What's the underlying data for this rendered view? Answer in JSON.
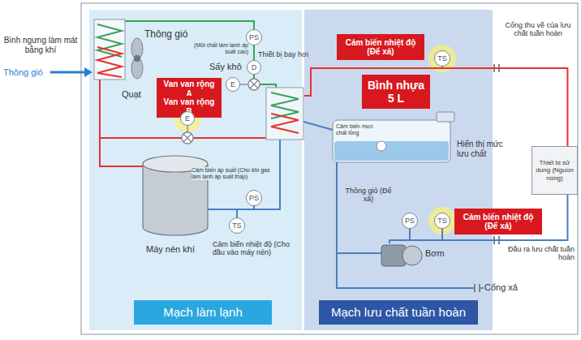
{
  "diagram": {
    "nodes": [
      {
        "text": [
          "Mạch làm lạnh"
        ]
      },
      {
        "text": [
          "Mạch lưu chất tuần hoàn"
        ]
      },
      {
        "text": [
          "Van van rộng A"
        ],
        "in": 0
      },
      {
        "text": [
          "Van van rộng B"
        ],
        "in": 0
      },
      {
        "text": [
          "PS"
        ],
        "in": 0
      },
      {
        "text": [
          "D"
        ],
        "in": 0
      },
      {
        "text": [
          "E"
        ],
        "in": 0
      },
      {
        "text": [
          "E"
        ],
        "in": 0
      },
      {
        "text": [
          "PS"
        ],
        "in": 0
      },
      {
        "text": [
          "TS"
        ],
        "in": 0
      },
      {
        "text": [
          "Máy nén khí"
        ],
        "in": 0
      },
      {
        "text": [
          "Cảm biến nhiệt độ (Để xả)"
        ],
        "in": 1
      },
      {
        "text": [
          "TS"
        ],
        "in": 1
      },
      {
        "text": [
          "Bình nhựa 5 L"
        ],
        "in": 1
      },
      {
        "text": [
          "Cảm biến nhiệt độ (Để xả)"
        ],
        "in": 1
      },
      {
        "text": [
          "PS"
        ],
        "in": 1
      },
      {
        "text": [
          "TS"
        ],
        "in": 1
      },
      {
        "text": [
          "Thiết bị sử dụng (Nguồn nóng)"
        ]
      }
    ],
    "edges": [
      {
        "from": 1,
        "to": 17,
        "arrow": "none"
      },
      {
        "from": 1,
        "to": 17,
        "arrow": "none"
      }
    ],
    "labels": [
      "Bình ngưng làm mát bằng khí",
      "Thông gió",
      "Thông gió",
      "(Môi chất làm lạnh áp suất cao)",
      "Sấy khô",
      "Quạt",
      "Cảm biến áp suất (Cho khí gas làm lạnh áp suất thấp)",
      "Cảm biến nhiệt độ (Cho đầu vào máy nén)",
      "Thiết bị bay hơi",
      "Cảm biến mực chất lỏng",
      "Hiển thị mức lưu chất",
      "Thông gió (Để xả)",
      "Bơm",
      "Cổng thu về của lưu chất tuần hoàn",
      "Đầu ra lưu chất tuần hoàn",
      "Cổng xả"
    ]
  }
}
